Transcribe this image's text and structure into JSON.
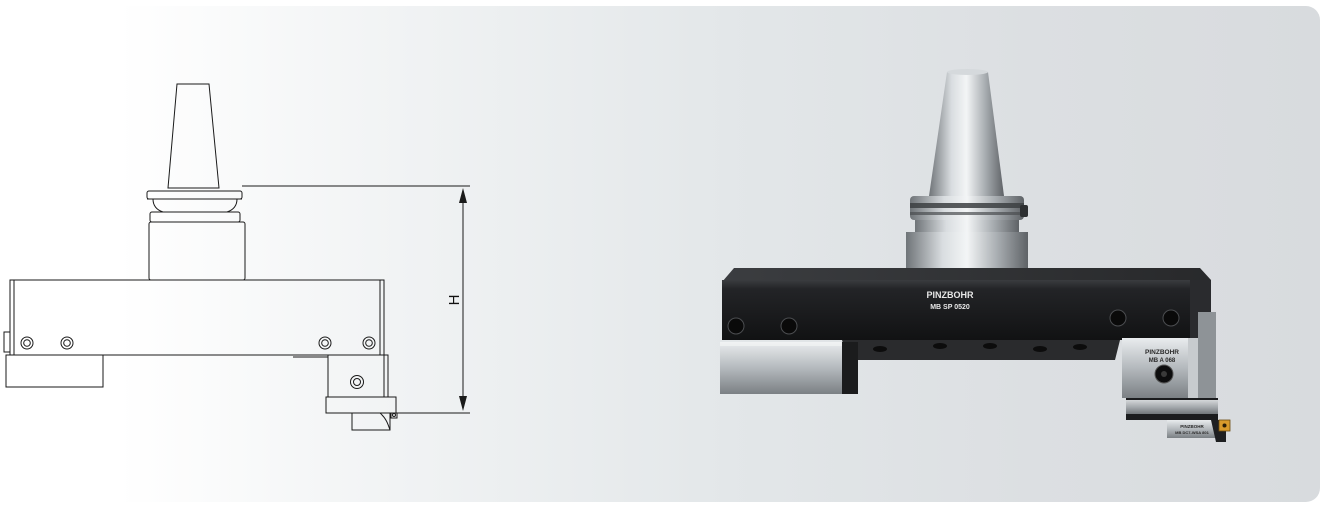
{
  "drawing": {
    "dimension_label": "H"
  },
  "photo": {
    "body_brand": "PINZBOHR",
    "body_model": "MB SP 0520",
    "cartridge_brand": "PINZBOHR",
    "cartridge_model": "MB A 068",
    "insert_holder_brand": "PINZBOHR",
    "insert_holder_model": "MB DC7-WSA 801"
  },
  "colors": {
    "background_left": "#ffffff",
    "background_right": "#d8dbde",
    "body_black": "#1e1f21",
    "steel": "#b9bec3",
    "insert_gold": "#d99a2b"
  }
}
